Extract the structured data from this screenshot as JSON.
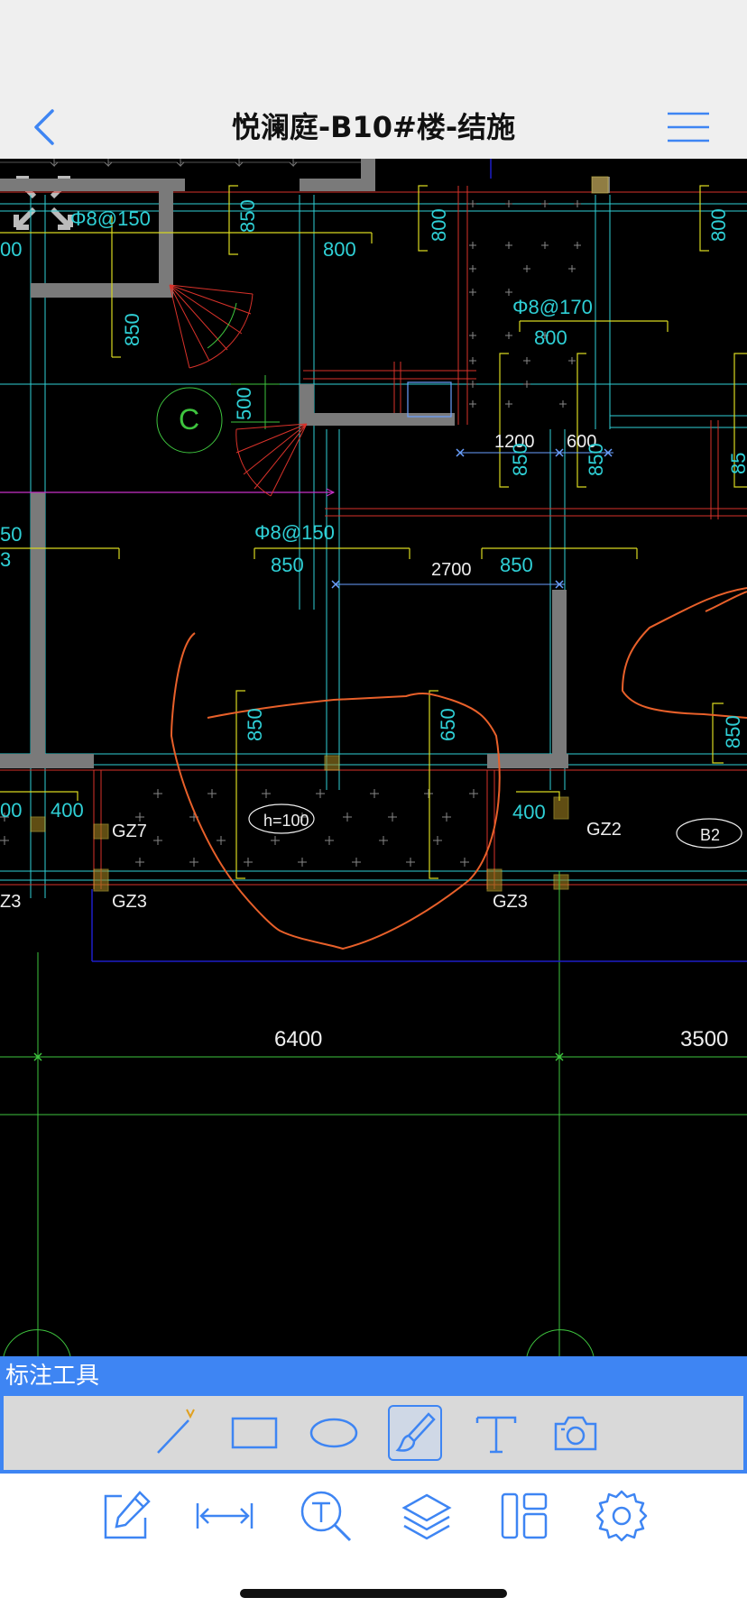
{
  "nav": {
    "title": "悦澜庭-B10#楼-结施",
    "back_icon": "chevron-left-icon",
    "menu_icon": "hamburger-menu-icon"
  },
  "drawing": {
    "labels": {
      "rebar_1": "Φ8@150",
      "rebar_2": "Φ8@170",
      "rebar_3": "Φ8@150",
      "d_850_a": "850",
      "d_800_a": "800",
      "d_800_b": "800",
      "d_800_c": "800",
      "d_00_left": "00",
      "d_850_b": "850",
      "d_800_d": "800",
      "d_500": "500",
      "d_1200": "1200",
      "d_600": "600",
      "d_850_c": "850",
      "d_850_d": "850",
      "d_85": "85",
      "d_50": "50",
      "d_3": "3",
      "d_850_e": "850",
      "d_2700": "2700",
      "d_850_f": "850",
      "d_850_g": "850",
      "d_650": "650",
      "d_850_h": "850",
      "d_00_b": "00",
      "d_400_a": "400",
      "d_400_b": "400",
      "gz7": "GZ7",
      "gz2": "GZ2",
      "h100": "h=100",
      "b2": "B2",
      "gz3_a": "Z3",
      "gz3_b": "GZ3",
      "gz3_c": "GZ3",
      "d_6400": "6400",
      "d_3500": "3500",
      "circle_c": "C"
    },
    "colors": {
      "background": "#000000",
      "wall": "#7a7a7a",
      "cyan": "#2fd0d6",
      "yellow": "#d8d820",
      "green": "#3ec43e",
      "red": "#d8322a",
      "orange": "#e8602a",
      "blue": "#1e1ec8",
      "magenta": "#c830c8"
    }
  },
  "annotation_panel": {
    "title": "标注工具",
    "tools": [
      {
        "name": "line-tool",
        "icon": "line-icon"
      },
      {
        "name": "rectangle-tool",
        "icon": "rectangle-icon"
      },
      {
        "name": "ellipse-tool",
        "icon": "ellipse-icon"
      },
      {
        "name": "brush-tool",
        "icon": "brush-icon",
        "active": true
      },
      {
        "name": "text-tool",
        "icon": "text-icon"
      },
      {
        "name": "camera-tool",
        "icon": "camera-icon"
      }
    ]
  },
  "bottom_toolbar": {
    "items": [
      {
        "name": "edit-button",
        "icon": "pencil-edit-icon"
      },
      {
        "name": "measure-button",
        "icon": "dimension-arrow-icon"
      },
      {
        "name": "search-text-button",
        "icon": "text-search-icon"
      },
      {
        "name": "layers-button",
        "icon": "layers-icon"
      },
      {
        "name": "layout-button",
        "icon": "layout-icon"
      },
      {
        "name": "settings-button",
        "icon": "gear-icon"
      }
    ]
  },
  "theme": {
    "accent": "#3e85f3",
    "nav_bg": "#efefef",
    "panel_bg": "#d9d9d9"
  }
}
